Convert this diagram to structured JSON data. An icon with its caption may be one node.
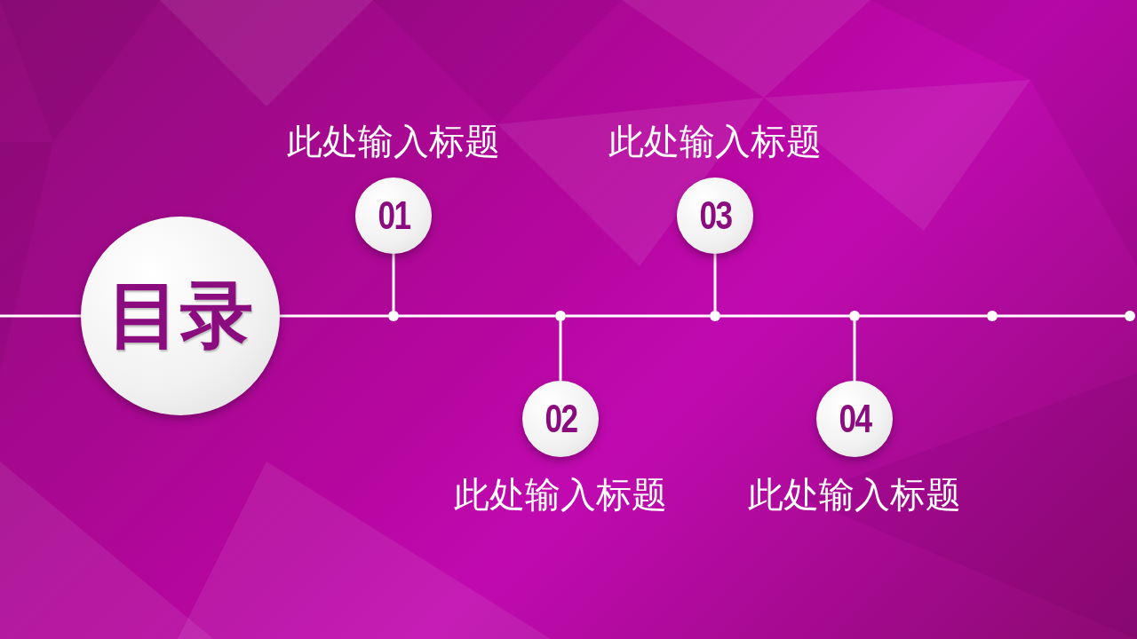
{
  "diagram": {
    "nodes": [
      {
        "text": [
          "目录"
        ]
      },
      {
        "text": [
          "01"
        ],
        "beside": [
          "此处输入标题"
        ]
      },
      {
        "text": [
          "02"
        ],
        "beside": [
          "此处输入标题"
        ]
      },
      {
        "text": [
          "03"
        ],
        "beside": [
          "此处输入标题"
        ]
      },
      {
        "text": [
          "04"
        ],
        "beside": [
          "此处输入标题"
        ]
      },
      {
        "text": [],
        "shape": "circle"
      },
      {
        "text": [],
        "shape": "circle"
      },
      {
        "text": [],
        "shape": "circle"
      },
      {
        "text": [],
        "shape": "circle"
      },
      {
        "text": [],
        "shape": "circle"
      },
      {
        "text": [],
        "shape": "circle"
      }
    ],
    "edges": [
      {
        "from": null,
        "to": 0,
        "arrow": "none"
      },
      {
        "from": 0,
        "to": 5,
        "arrow": "none"
      },
      {
        "from": 5,
        "to": 6,
        "arrow": "none"
      },
      {
        "from": 6,
        "to": 7,
        "arrow": "none"
      },
      {
        "from": 7,
        "to": 8,
        "arrow": "none"
      },
      {
        "from": 8,
        "to": 9,
        "arrow": "none"
      },
      {
        "from": 9,
        "to": 10,
        "arrow": "none"
      },
      {
        "from": 5,
        "to": 1,
        "arrow": "none"
      },
      {
        "from": 6,
        "to": 2,
        "arrow": "none"
      },
      {
        "from": 7,
        "to": 3,
        "arrow": "none"
      },
      {
        "from": 8,
        "to": 4,
        "arrow": "none"
      }
    ]
  }
}
